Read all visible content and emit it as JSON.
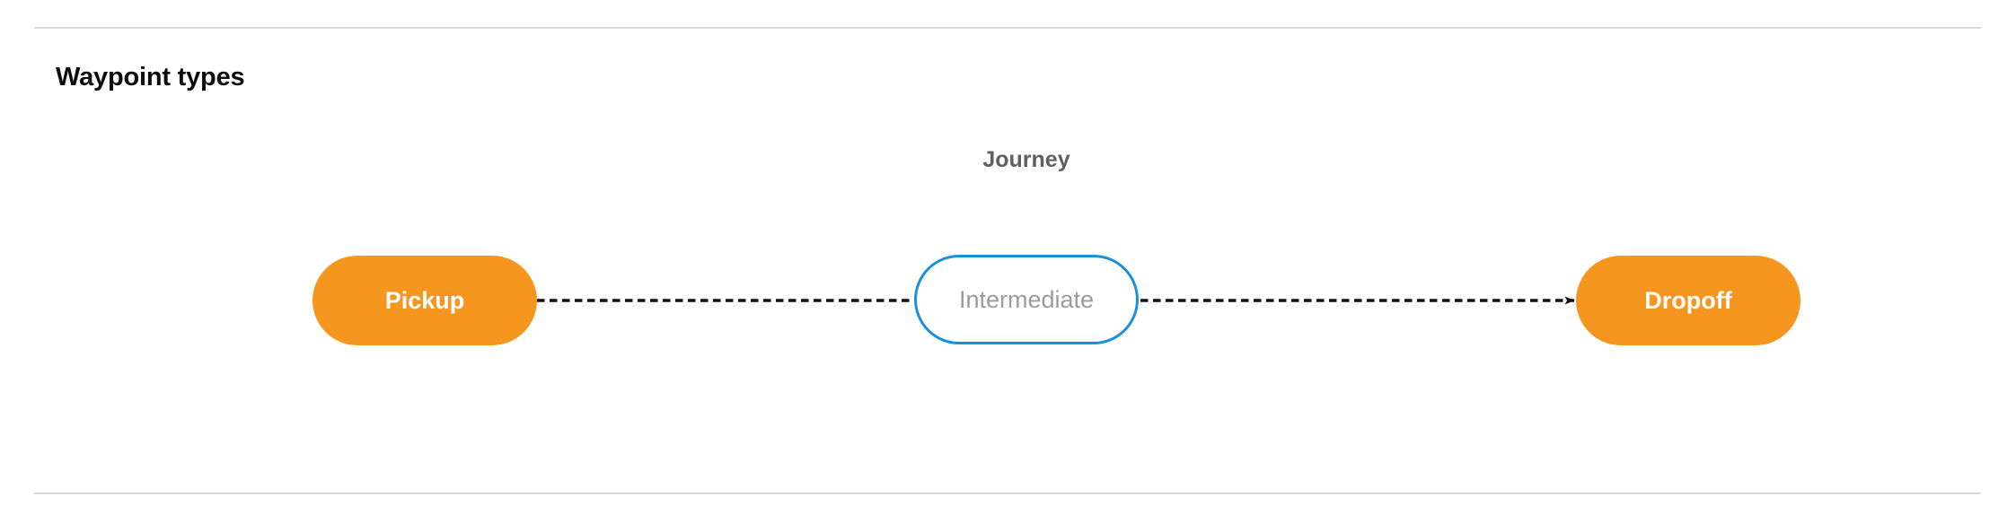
{
  "section": {
    "title": "Waypoint types"
  },
  "diagram": {
    "type": "flow",
    "group_label": "Journey",
    "nodes": [
      {
        "id": "pickup",
        "label": "Pickup",
        "style": "filled",
        "fill": "#f5971f",
        "text_color": "#ffffff"
      },
      {
        "id": "intermediate",
        "label": "Intermediate",
        "style": "outlined",
        "border_color": "#1a8fdc",
        "fill": "#ffffff",
        "text_color": "#9b9b9b"
      },
      {
        "id": "dropoff",
        "label": "Dropoff",
        "style": "filled",
        "fill": "#f5971f",
        "text_color": "#ffffff"
      }
    ],
    "edges": [
      {
        "from": "pickup",
        "to": "intermediate",
        "style": "dashed",
        "arrowhead": "none",
        "color": "#111111"
      },
      {
        "from": "intermediate",
        "to": "dropoff",
        "style": "dashed",
        "arrowhead": "solid",
        "color": "#111111"
      }
    ]
  },
  "colors": {
    "accent_orange": "#f5971f",
    "accent_blue": "#1a8fdc",
    "divider": "#d7d8da",
    "muted_text": "#9b9b9b",
    "label_text": "#5f6061"
  }
}
